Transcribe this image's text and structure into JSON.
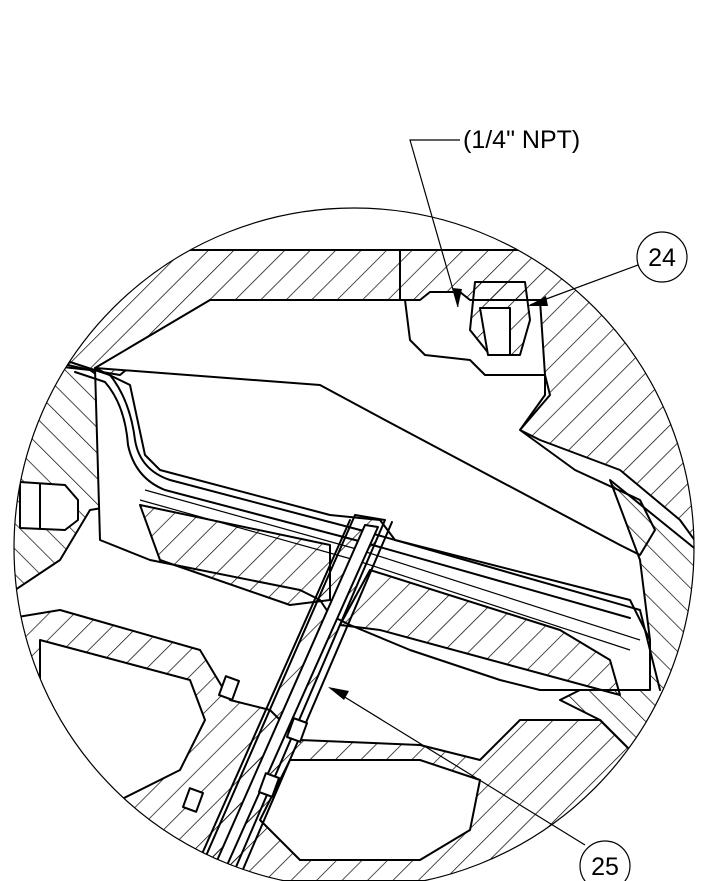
{
  "drawing": {
    "callout_note": "(1/4\" NPT)",
    "balloons": [
      {
        "id": "balloon-24",
        "label": "24"
      },
      {
        "id": "balloon-25",
        "label": "25"
      }
    ]
  }
}
